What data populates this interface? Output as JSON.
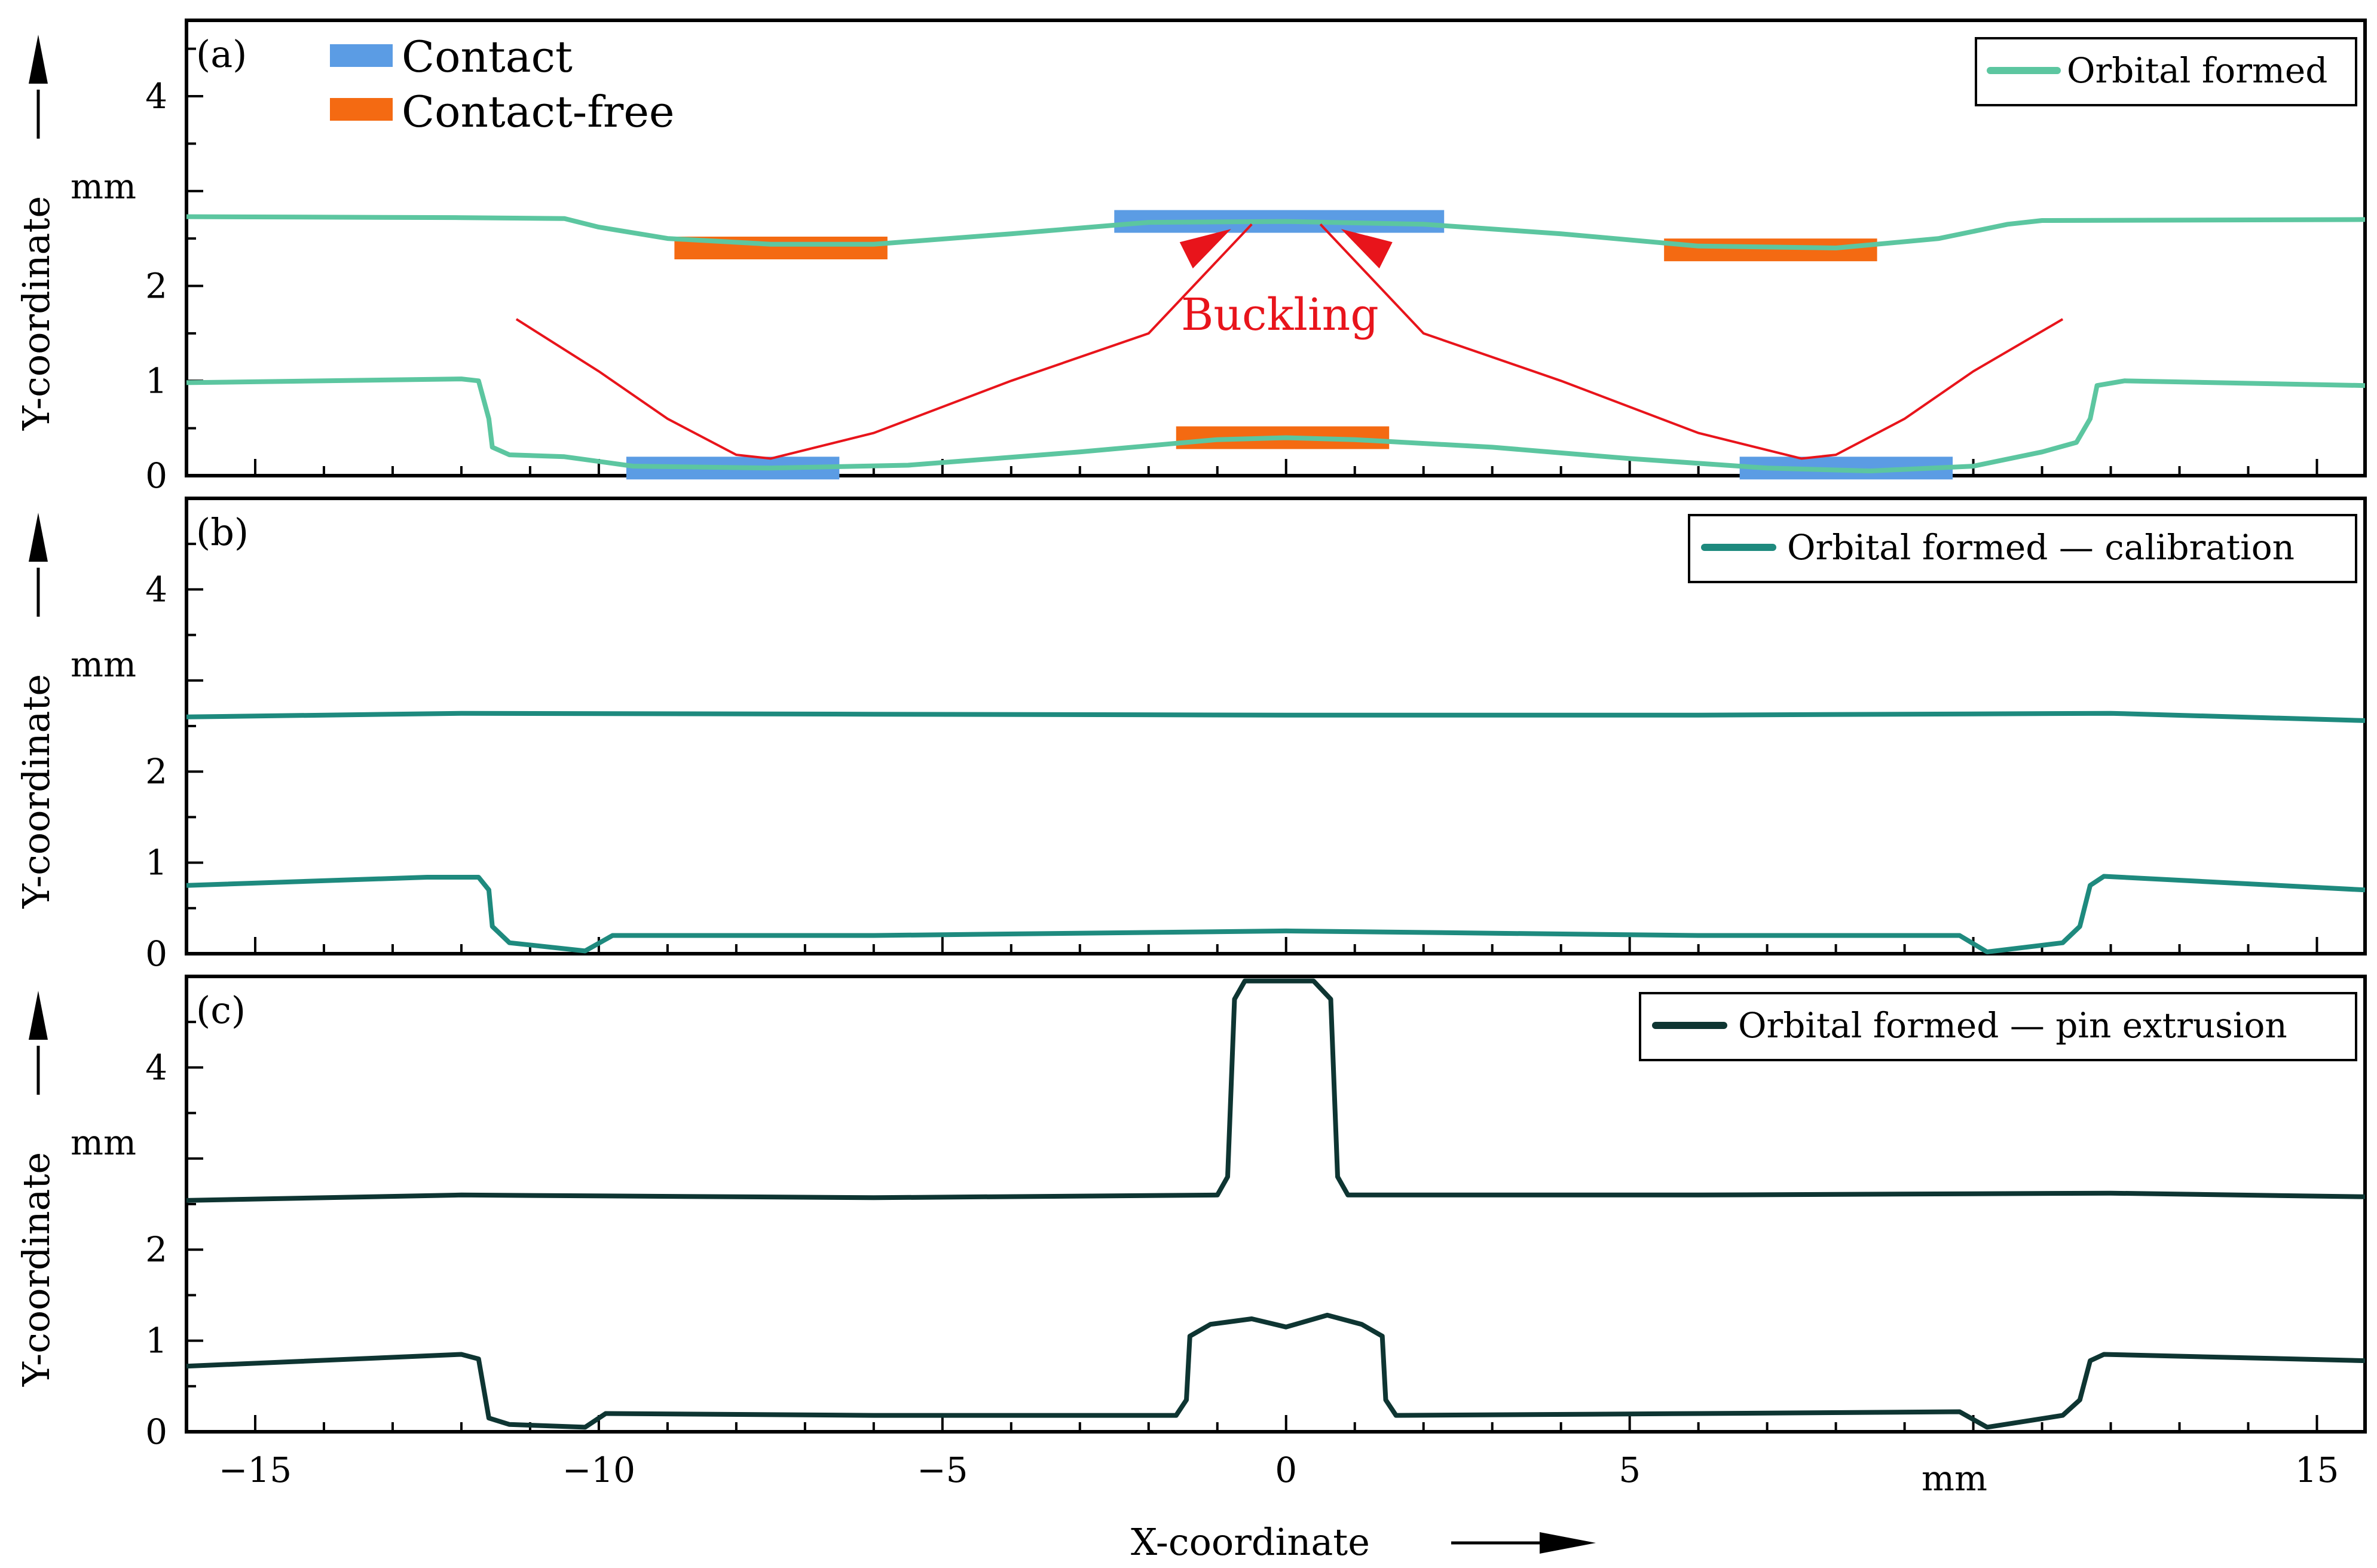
{
  "chart_data": [
    {
      "panel_label": "(a)",
      "type": "line",
      "ylabel": "Y-coordinate",
      "yunit": "mm",
      "xlim": [
        -16,
        15.7
      ],
      "ylim": [
        0,
        4.8
      ],
      "yticks": [
        "0",
        "1",
        "2",
        "4"
      ],
      "legend_position": "top-right",
      "series": [
        {
          "name": "Orbital formed",
          "color": "#5cc6a0",
          "paths": [
            [
              [
                -16,
                2.73
              ],
              [
                -12,
                2.72
              ],
              [
                -10.5,
                2.71
              ],
              [
                -10,
                2.62
              ],
              [
                -9,
                2.5
              ],
              [
                -7.5,
                2.44
              ],
              [
                -6,
                2.44
              ],
              [
                -4,
                2.55
              ],
              [
                -2,
                2.67
              ],
              [
                0,
                2.68
              ],
              [
                2,
                2.65
              ],
              [
                4,
                2.55
              ],
              [
                6,
                2.42
              ],
              [
                8,
                2.4
              ],
              [
                9.5,
                2.5
              ],
              [
                10.5,
                2.65
              ],
              [
                11,
                2.69
              ],
              [
                15.7,
                2.7
              ]
            ],
            [
              [
                -16,
                0.98
              ],
              [
                -12,
                1.02
              ],
              [
                -11.75,
                1.0
              ],
              [
                -11.6,
                0.6
              ],
              [
                -11.55,
                0.3
              ],
              [
                -11.3,
                0.22
              ],
              [
                -10.5,
                0.2
              ],
              [
                -9.5,
                0.1
              ],
              [
                -7.5,
                0.08
              ],
              [
                -5.5,
                0.11
              ],
              [
                -3,
                0.25
              ],
              [
                -1,
                0.38
              ],
              [
                0,
                0.4
              ],
              [
                1,
                0.38
              ],
              [
                3,
                0.3
              ],
              [
                5,
                0.18
              ],
              [
                7,
                0.08
              ],
              [
                8.5,
                0.05
              ],
              [
                10,
                0.1
              ],
              [
                11,
                0.25
              ],
              [
                11.5,
                0.35
              ],
              [
                11.7,
                0.6
              ],
              [
                11.8,
                0.95
              ],
              [
                12.2,
                1.0
              ],
              [
                15.7,
                0.95
              ]
            ]
          ]
        }
      ],
      "markers": [
        {
          "name": "Contact",
          "color": "#5b9ce4",
          "x": [
            -9.6,
            -6.5
          ],
          "y": 0.08
        },
        {
          "name": "Contact",
          "color": "#5b9ce4",
          "x": [
            -2.5,
            2.3
          ],
          "y": 2.68
        },
        {
          "name": "Contact",
          "color": "#5b9ce4",
          "x": [
            6.6,
            9.7
          ],
          "y": 0.08
        },
        {
          "name": "Contact-free",
          "color": "#f46a12",
          "x": [
            -8.9,
            -5.8
          ],
          "y": 2.4
        },
        {
          "name": "Contact-free",
          "color": "#f46a12",
          "x": [
            -1.6,
            1.5
          ],
          "y": 0.4
        },
        {
          "name": "Contact-free",
          "color": "#f46a12",
          "x": [
            5.5,
            8.6
          ],
          "y": 2.38
        }
      ],
      "annotation_curve": [
        [
          -11.2,
          1.65
        ],
        [
          -10,
          1.1
        ],
        [
          -9,
          0.6
        ],
        [
          -8,
          0.22
        ],
        [
          -7.5,
          0.18
        ],
        [
          -6,
          0.45
        ],
        [
          -4,
          1.0
        ],
        [
          -2,
          1.5
        ],
        [
          -0.5,
          2.65
        ],
        [
          0.5,
          2.65
        ],
        [
          2,
          1.5
        ],
        [
          4,
          1.0
        ],
        [
          6,
          0.45
        ],
        [
          7.5,
          0.18
        ],
        [
          8,
          0.22
        ],
        [
          9,
          0.6
        ],
        [
          10,
          1.1
        ],
        [
          11.3,
          1.65
        ]
      ],
      "annotation": "Buckling",
      "annotation_color": "#e8141b",
      "legend_items": [
        "Contact",
        "Contact-free"
      ]
    },
    {
      "panel_label": "(b)",
      "type": "line",
      "ylabel": "Y-coordinate",
      "yunit": "mm",
      "xlim": [
        -16,
        15.7
      ],
      "ylim": [
        0,
        5.0
      ],
      "yticks": [
        "0",
        "1",
        "2",
        "4"
      ],
      "legend_position": "top-right",
      "series": [
        {
          "name": "Orbital formed — calibration",
          "color": "#1e8a7e",
          "paths": [
            [
              [
                -16,
                2.6
              ],
              [
                -12,
                2.64
              ],
              [
                -6,
                2.63
              ],
              [
                0,
                2.62
              ],
              [
                6,
                2.62
              ],
              [
                12,
                2.64
              ],
              [
                15.7,
                2.56
              ]
            ],
            [
              [
                -16,
                0.75
              ],
              [
                -12.5,
                0.84
              ],
              [
                -11.75,
                0.84
              ],
              [
                -11.6,
                0.7
              ],
              [
                -11.55,
                0.3
              ],
              [
                -11.3,
                0.12
              ],
              [
                -10.2,
                0.03
              ],
              [
                -9.8,
                0.2
              ],
              [
                -6,
                0.2
              ],
              [
                0,
                0.25
              ],
              [
                6,
                0.2
              ],
              [
                9.8,
                0.2
              ],
              [
                10.2,
                0.02
              ],
              [
                11.3,
                0.12
              ],
              [
                11.55,
                0.3
              ],
              [
                11.7,
                0.75
              ],
              [
                11.9,
                0.85
              ],
              [
                15.7,
                0.7
              ]
            ]
          ]
        }
      ]
    },
    {
      "panel_label": "(c)",
      "type": "line",
      "ylabel": "Y-coordinate",
      "yunit": "mm",
      "xlabel": "X-coordinate",
      "xunit": "mm",
      "xlim": [
        -16,
        15.7
      ],
      "ylim": [
        0,
        5.0
      ],
      "yticks": [
        "0",
        "1",
        "2",
        "4"
      ],
      "xticks": [
        "−15",
        "−10",
        "−5",
        "0",
        "5",
        "15"
      ],
      "legend_position": "top-right",
      "series": [
        {
          "name": "Orbital formed — pin extrusion",
          "color": "#0e3532",
          "paths": [
            [
              [
                -16,
                2.54
              ],
              [
                -12,
                2.6
              ],
              [
                -6,
                2.57
              ],
              [
                -1,
                2.6
              ],
              [
                -0.85,
                2.8
              ],
              [
                -0.75,
                4.75
              ],
              [
                -0.6,
                4.95
              ],
              [
                0.4,
                4.95
              ],
              [
                0.65,
                4.75
              ],
              [
                0.75,
                2.8
              ],
              [
                0.9,
                2.6
              ],
              [
                6,
                2.6
              ],
              [
                12,
                2.62
              ],
              [
                15.7,
                2.58
              ]
            ],
            [
              [
                -16,
                0.72
              ],
              [
                -12,
                0.85
              ],
              [
                -11.75,
                0.8
              ],
              [
                -11.6,
                0.15
              ],
              [
                -11.3,
                0.08
              ],
              [
                -10.2,
                0.05
              ],
              [
                -9.9,
                0.2
              ],
              [
                -6,
                0.18
              ],
              [
                -1.6,
                0.18
              ],
              [
                -1.45,
                0.35
              ],
              [
                -1.4,
                1.05
              ],
              [
                -1.1,
                1.18
              ],
              [
                -0.5,
                1.24
              ],
              [
                0,
                1.15
              ],
              [
                0.6,
                1.28
              ],
              [
                1.1,
                1.18
              ],
              [
                1.4,
                1.05
              ],
              [
                1.45,
                0.35
              ],
              [
                1.6,
                0.18
              ],
              [
                6,
                0.2
              ],
              [
                9.8,
                0.22
              ],
              [
                10.2,
                0.05
              ],
              [
                11.3,
                0.18
              ],
              [
                11.55,
                0.35
              ],
              [
                11.7,
                0.78
              ],
              [
                11.9,
                0.85
              ],
              [
                15.7,
                0.78
              ]
            ]
          ]
        }
      ]
    }
  ]
}
